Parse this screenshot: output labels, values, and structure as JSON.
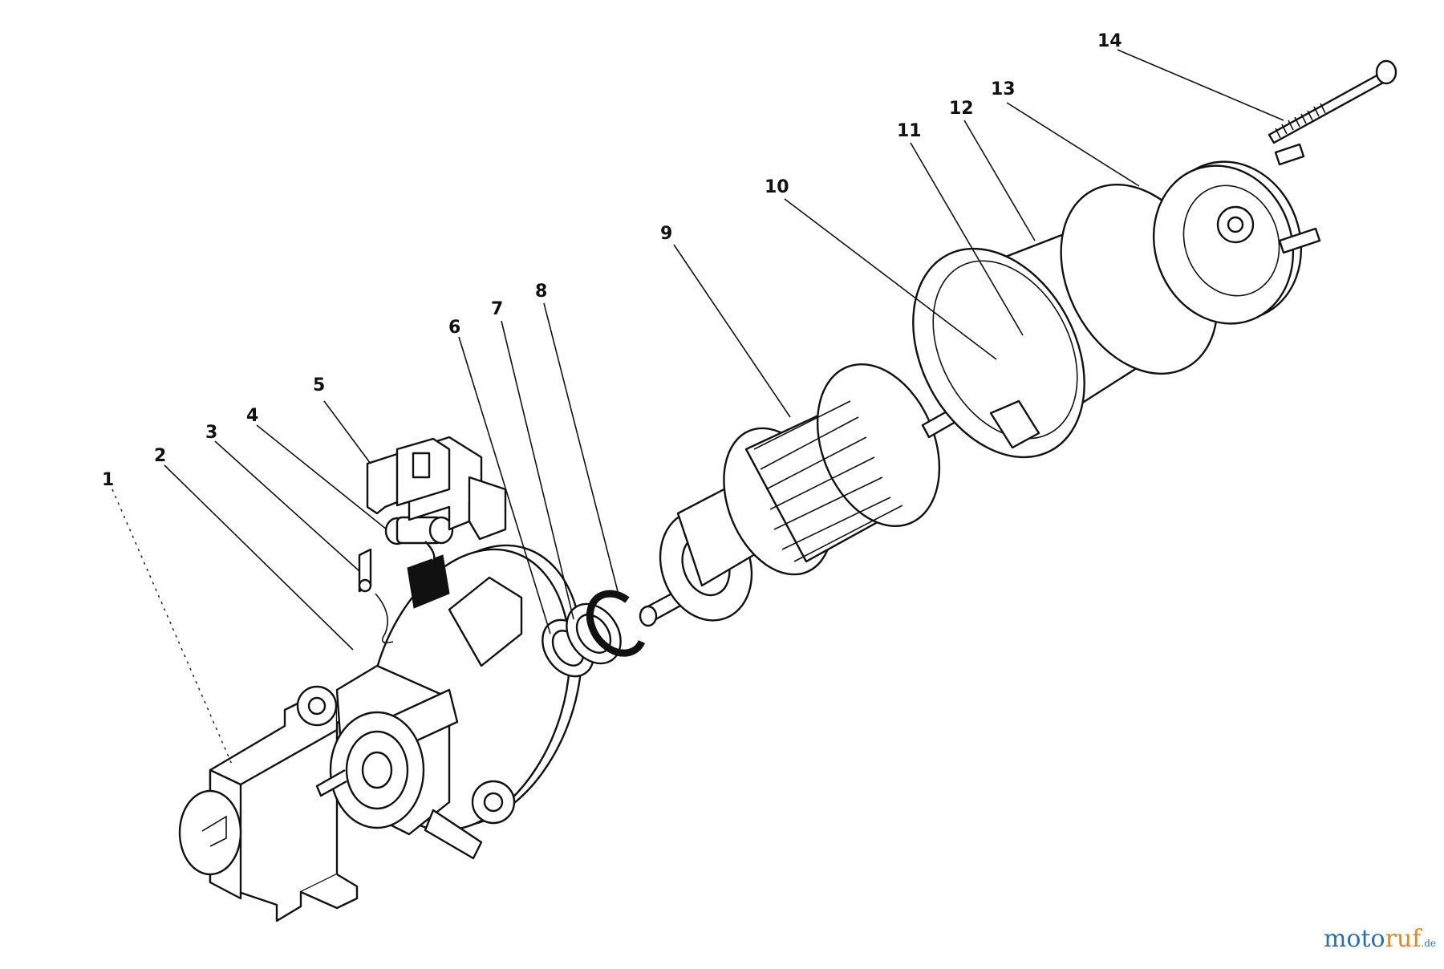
{
  "diagram": {
    "type": "exploded-parts-view",
    "callouts": [
      {
        "id": "1",
        "label": "1"
      },
      {
        "id": "2",
        "label": "2"
      },
      {
        "id": "3",
        "label": "3"
      },
      {
        "id": "4",
        "label": "4"
      },
      {
        "id": "5",
        "label": "5"
      },
      {
        "id": "6",
        "label": "6"
      },
      {
        "id": "7",
        "label": "7"
      },
      {
        "id": "8",
        "label": "8"
      },
      {
        "id": "9",
        "label": "9"
      },
      {
        "id": "10",
        "label": "10"
      },
      {
        "id": "11",
        "label": "11"
      },
      {
        "id": "12",
        "label": "12"
      },
      {
        "id": "13",
        "label": "13"
      },
      {
        "id": "14",
        "label": "14"
      }
    ]
  },
  "watermark": {
    "part1": "moto",
    "part2": "ruf",
    "part3": ".de",
    "colors": {
      "primary": "#2b6fb3",
      "accent": "#e08a1a"
    }
  }
}
